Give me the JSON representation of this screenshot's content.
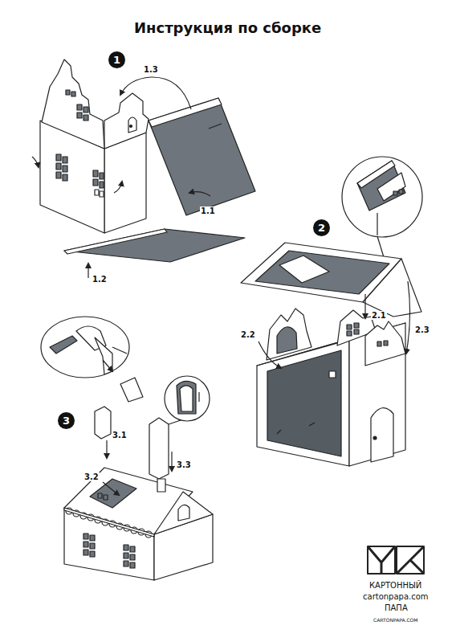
{
  "diagram": {
    "title": "Инструкция по сборке",
    "nodes": [
      {
        "text": [
          "1"
        ]
      },
      {
        "text": [
          "2"
        ]
      },
      {
        "text": [
          "3"
        ]
      }
    ],
    "labels": [
      "1.3",
      "1.1",
      "1.2",
      "2.1",
      "2.2",
      "2.3",
      "3.1",
      "3.2",
      "3.3",
      "КАРТОННЫЙ",
      "cartonpapa.com",
      "ПАПА",
      "CARTONPAPA.COM"
    ]
  }
}
